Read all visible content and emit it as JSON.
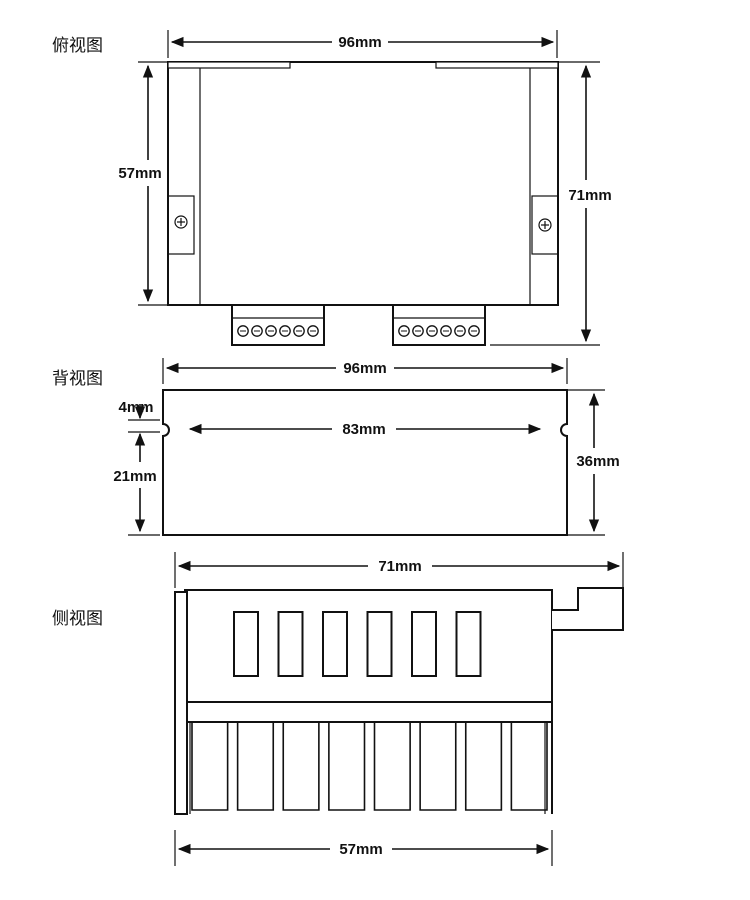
{
  "views": {
    "top": {
      "title": "俯视图",
      "width_label": "96mm",
      "inner_height_label": "57mm",
      "outer_height_label": "71mm",
      "terminal_count_left": 6,
      "terminal_count_right": 6
    },
    "back": {
      "title": "背视图",
      "width_label": "96mm",
      "slot_spacing_label": "83mm",
      "slot_offset_label": "4mm",
      "lower_height_label": "21mm",
      "height_label": "36mm"
    },
    "side": {
      "title": "侧视图",
      "top_width_label": "71mm",
      "bottom_width_label": "57mm",
      "window_count": 6,
      "fin_gap_count": 8
    }
  }
}
